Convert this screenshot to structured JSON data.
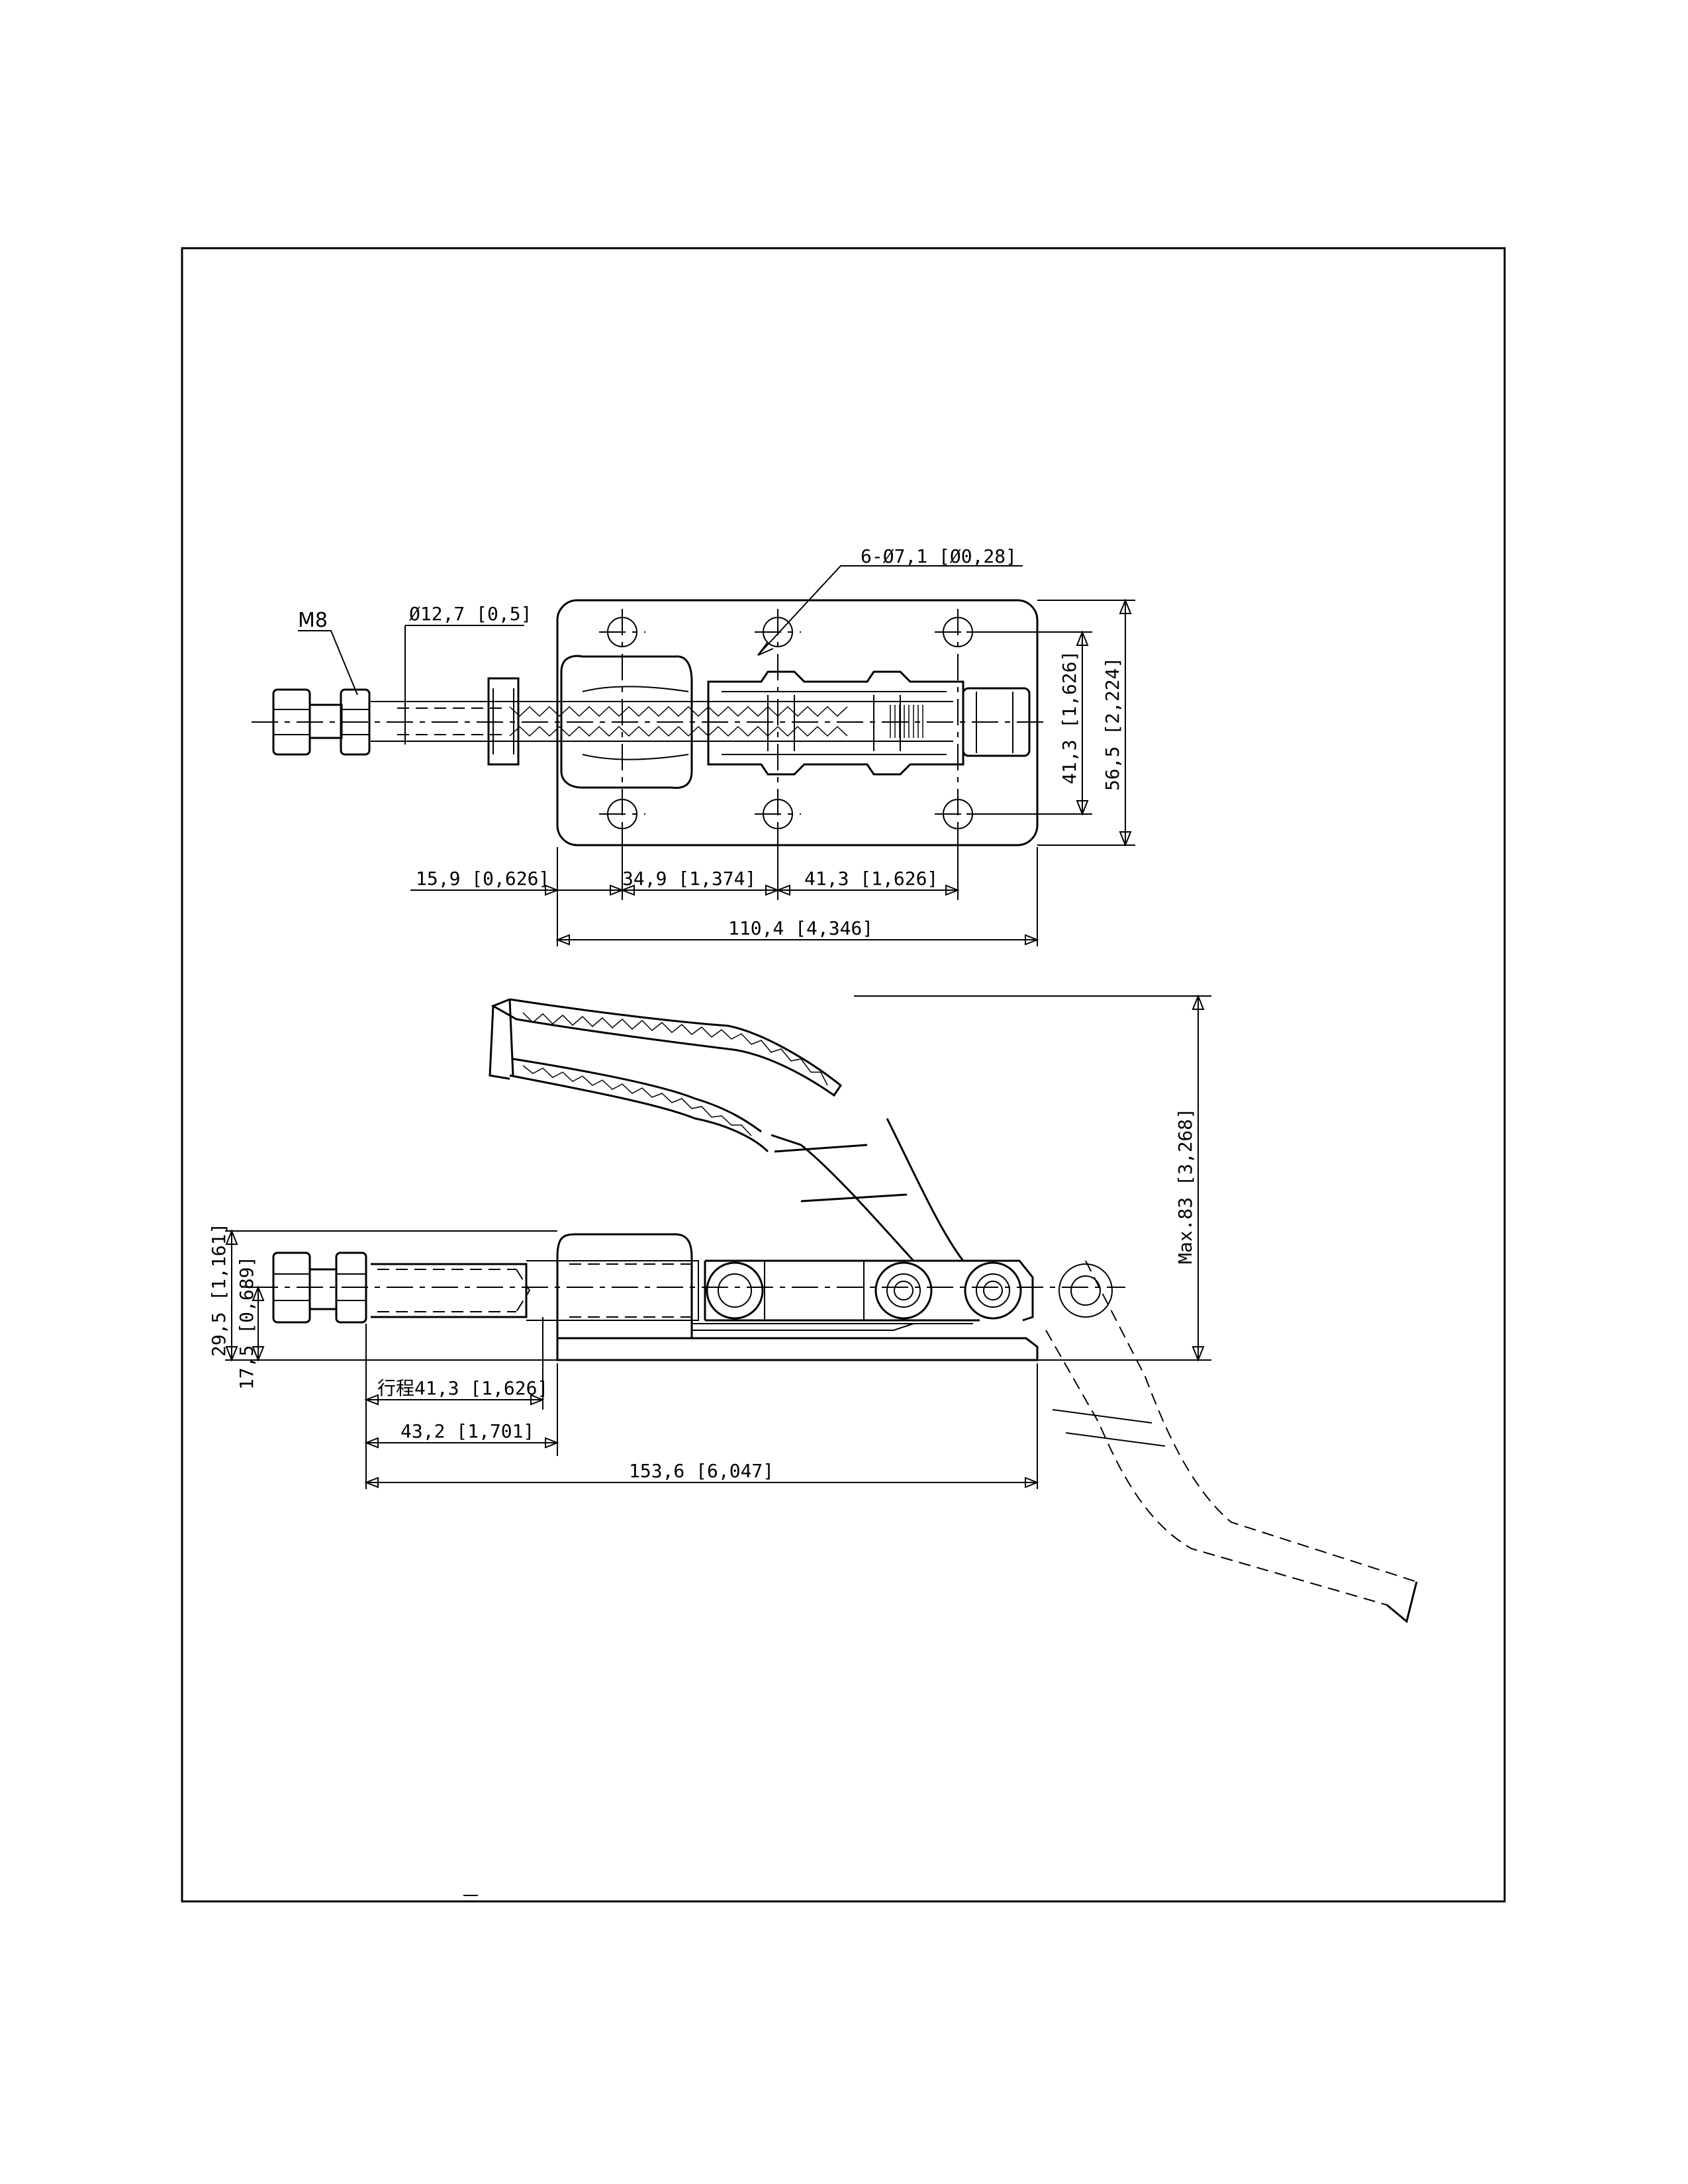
{
  "drawing": {
    "top_view": {
      "thread_label": "M8",
      "hole_label": "6-Ø7,1 [Ø0,28]",
      "shaft_diameter": "Ø12,7 [0,5]",
      "dim_base_inner": "41,3 [1,626]",
      "dim_base_outer": "56,5 [2,224]",
      "dim_offset": "15,9 [0,626]",
      "dim_spacing_1": "34,9 [1,374]",
      "dim_spacing_2": "41,3 [1,626]",
      "dim_base_length": "110,4 [4,346]"
    },
    "side_view": {
      "dim_max_height": "Max.83 [3,268]",
      "dim_height_1": "29,5 [1,161]",
      "dim_height_2": "17,5 [0,689]",
      "dim_stroke": "行程41,3 [1,626]",
      "dim_length_1": "43,2 [1,701]",
      "dim_overall": "153,6 [6,047]"
    }
  }
}
